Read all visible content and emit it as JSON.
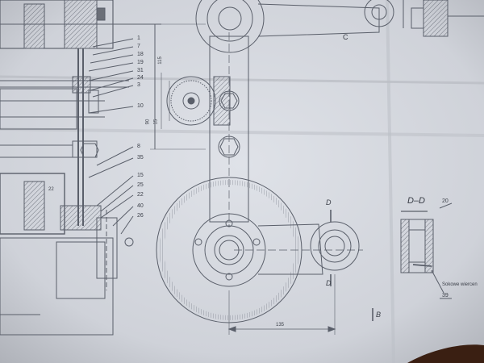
{
  "drawing": {
    "callouts_left": [
      "1",
      "7",
      "18",
      "19",
      "31",
      "24",
      "3",
      "10"
    ],
    "callouts_lower": [
      "8",
      "35",
      "15",
      "25",
      "22",
      "40",
      "26"
    ],
    "section_label_c": "C",
    "section_mark_d_top": "D",
    "section_mark_d_bottom": "D",
    "section_title": "D–D",
    "section_part_20": "20",
    "section_part_39": "39",
    "section_note": "Sokowe wiercen",
    "view_label_b": "B",
    "dimension_bottom": "135",
    "dimension_vertical_1": "115",
    "dimension_vertical_2": "90",
    "dimension_vertical_3": "15",
    "dimension_small": "22"
  },
  "colors": {
    "paper": "#d4d8df",
    "paper_shadow": "#b8bcc4",
    "line": "#5a5f6a",
    "line_dark": "#3a3e47",
    "table_dark": "#3a1f12"
  }
}
